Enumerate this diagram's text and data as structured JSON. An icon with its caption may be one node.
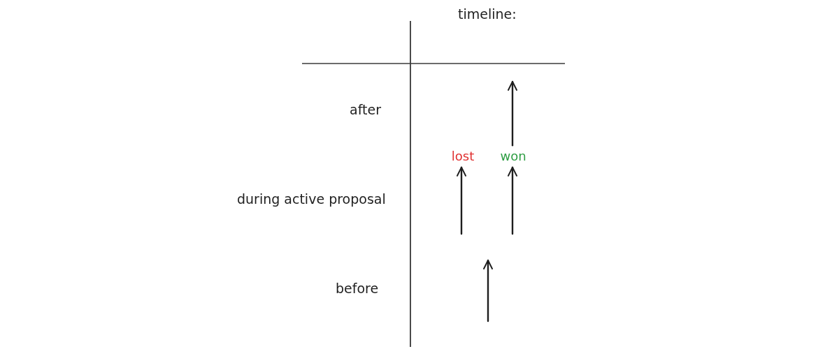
{
  "diagram": {
    "nodes": [
      {
        "text": [
          "lost"
        ]
      },
      {
        "text": [
          "won"
        ]
      }
    ],
    "edges": [
      {
        "from": null,
        "to": 0,
        "arrow": "to"
      },
      {
        "from": null,
        "to": 1,
        "arrow": "to"
      },
      {
        "from": 1,
        "to": null,
        "arrow": "to"
      }
    ],
    "labels": [
      "timeline:",
      "after",
      "during active proposal",
      "before"
    ]
  }
}
